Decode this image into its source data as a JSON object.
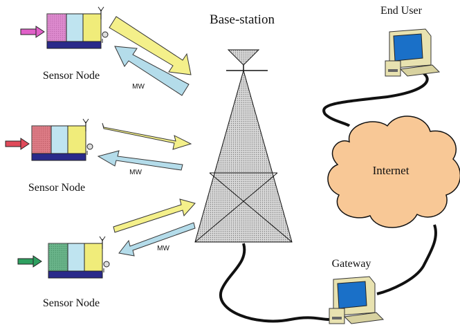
{
  "labels": {
    "base_station": "Base-station",
    "end_user": "End User",
    "gateway": "Gateway",
    "internet": "Internet"
  },
  "sensor_nodes": [
    {
      "label": "Sensor Node",
      "mw_label": "MW",
      "primary_color": "#e060c8"
    },
    {
      "label": "Sensor Node",
      "mw_label": "MW",
      "primary_color": "#e04a5a"
    },
    {
      "label": "Sensor Node",
      "mw_label": "MW",
      "primary_color": "#2ea060"
    }
  ],
  "colors": {
    "uplink_arrow": "#f4f08a",
    "downlink_arrow": "#b4dcea",
    "node_base": "#2a2a8a",
    "node_light": "#bfe4f0",
    "node_yellow": "#f0ec7a",
    "cloud_fill": "#f8c896",
    "tower_fill": "#c8c8c8",
    "monitor_body": "#e8e2b0",
    "monitor_screen": "#1a70c8"
  }
}
